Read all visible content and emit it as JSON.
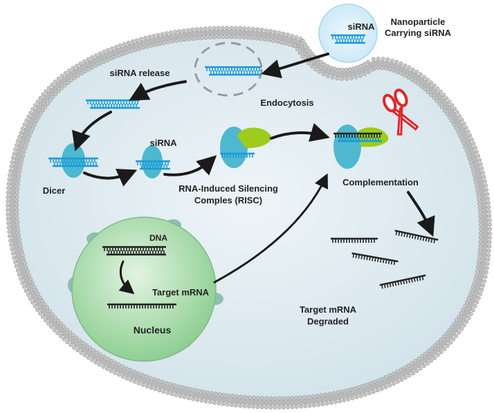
{
  "labels": {
    "sirna_np": "siRNA",
    "nanoparticle_line1": "Nanoparticle",
    "nanoparticle_line2": "Carrying siRNA",
    "sirna_release": "siRNA release",
    "endocytosis": "Endocytosis",
    "sirna": "siRNA",
    "dicer": "Dicer",
    "risc_line1": "RNA-Induced Silencing",
    "risc_line2": "Comples (RISC)",
    "complementation": "Complementation",
    "dna": "DNA",
    "target_mrna": "Target mRNA",
    "nucleus": "Nucleus",
    "degraded_line1": "Target mRNA",
    "degraded_line2": "Degraded"
  },
  "colors": {
    "sirna_strand": "#1a9bd7",
    "mrna_strand": "#222222",
    "protein": "#4db8cf",
    "argonaute": "#9ccc1c",
    "scissors": "#e0262a",
    "cytoplasm": "#dde9ef",
    "nucleus": "#a7d9a9",
    "nanoparticle": "#d6eef9",
    "membrane_head": "#c7c7c7",
    "arrow": "#1a1a1a"
  },
  "icons": [
    "scissors-icon"
  ]
}
